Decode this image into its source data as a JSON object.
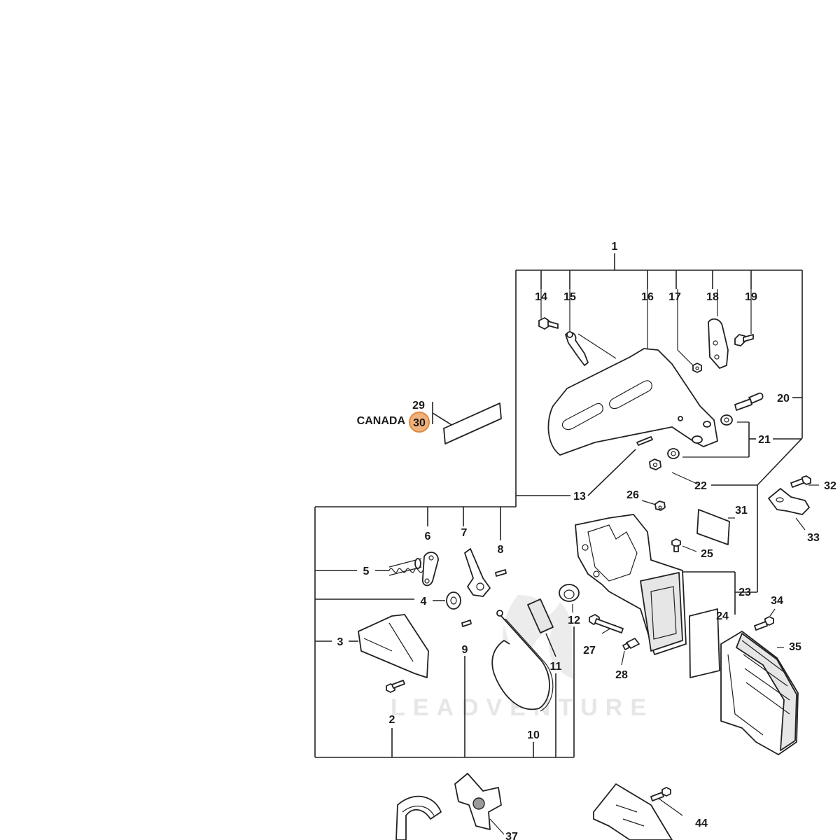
{
  "diagram": {
    "watermark": "LEADVENTURE",
    "region_label": "CANADA",
    "highlighted_callout": "30",
    "highlight_color": "#f0b17c",
    "callouts": [
      "1",
      "2",
      "3",
      "4",
      "5",
      "6",
      "7",
      "8",
      "9",
      "10",
      "11",
      "12",
      "13",
      "14",
      "15",
      "16",
      "17",
      "18",
      "19",
      "20",
      "21",
      "22",
      "23",
      "24",
      "25",
      "26",
      "27",
      "28",
      "29",
      "30",
      "31",
      "32",
      "33",
      "34",
      "35",
      "37",
      "44"
    ]
  }
}
